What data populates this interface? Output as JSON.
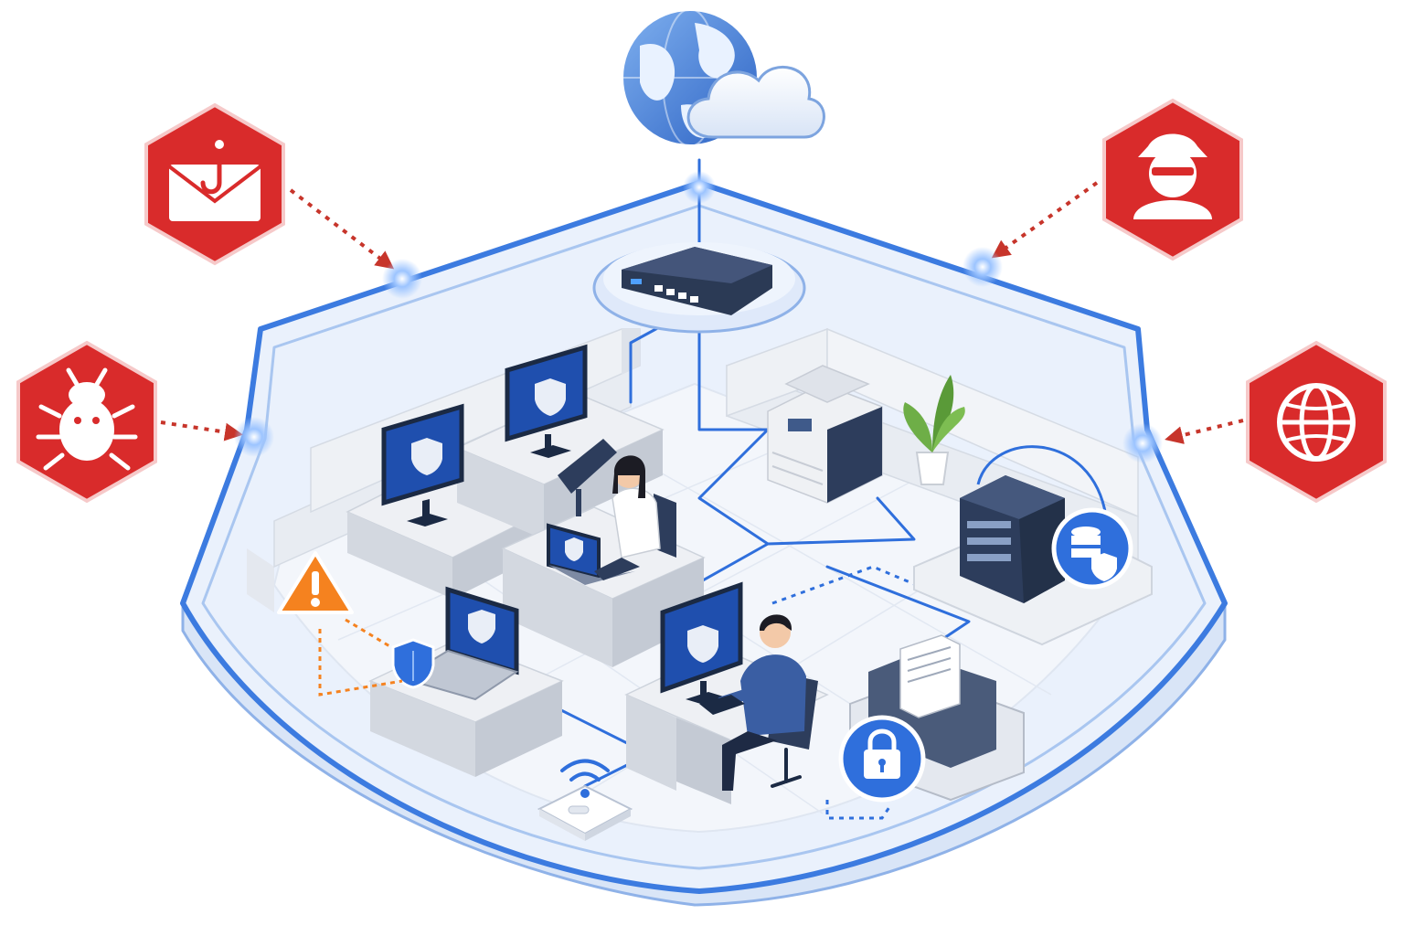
{
  "diagram": {
    "colors": {
      "shield_stroke": "#3c7be0",
      "shield_fill": "#eaf1fc",
      "floor": "#f3f6fb",
      "wall": "#e4e8ef",
      "desk_top": "#eef0f4",
      "desk_side": "#d3d8e0",
      "network_line": "#2f6fdc",
      "threat_red": "#d92b2b",
      "threat_arrow": "#c7352b",
      "warning_orange": "#f5821f",
      "monitor_screen": "#1f4fae",
      "server_dark": "#2d3d5c"
    },
    "nodes": [
      {
        "id": "internet-globe",
        "icon": "globe-icon"
      },
      {
        "id": "cloud",
        "icon": "cloud-icon"
      },
      {
        "id": "router",
        "icon": "router-icon"
      },
      {
        "id": "printer",
        "icon": "printer-icon"
      },
      {
        "id": "plant",
        "icon": "plant-icon"
      },
      {
        "id": "database-server",
        "icon": "server-icon"
      },
      {
        "id": "file-archive",
        "icon": "folder-lock-icon"
      },
      {
        "id": "wifi-access-point",
        "icon": "wifi-icon"
      },
      {
        "id": "workstation-1",
        "icon": "monitor-shield-icon"
      },
      {
        "id": "workstation-2",
        "icon": "monitor-shield-icon"
      },
      {
        "id": "workstation-3",
        "icon": "laptop-shield-icon"
      },
      {
        "id": "workstation-4",
        "icon": "monitor-shield-icon"
      },
      {
        "id": "workstation-5",
        "icon": "laptop-shield-icon"
      }
    ],
    "threats": [
      {
        "id": "phishing",
        "icon": "phishing-email-icon"
      },
      {
        "id": "malware",
        "icon": "bug-icon"
      },
      {
        "id": "hacker",
        "icon": "hacker-icon"
      },
      {
        "id": "web-threat",
        "icon": "globe-target-icon"
      }
    ],
    "alerts": [
      {
        "id": "warning",
        "icon": "warning-icon"
      }
    ]
  }
}
